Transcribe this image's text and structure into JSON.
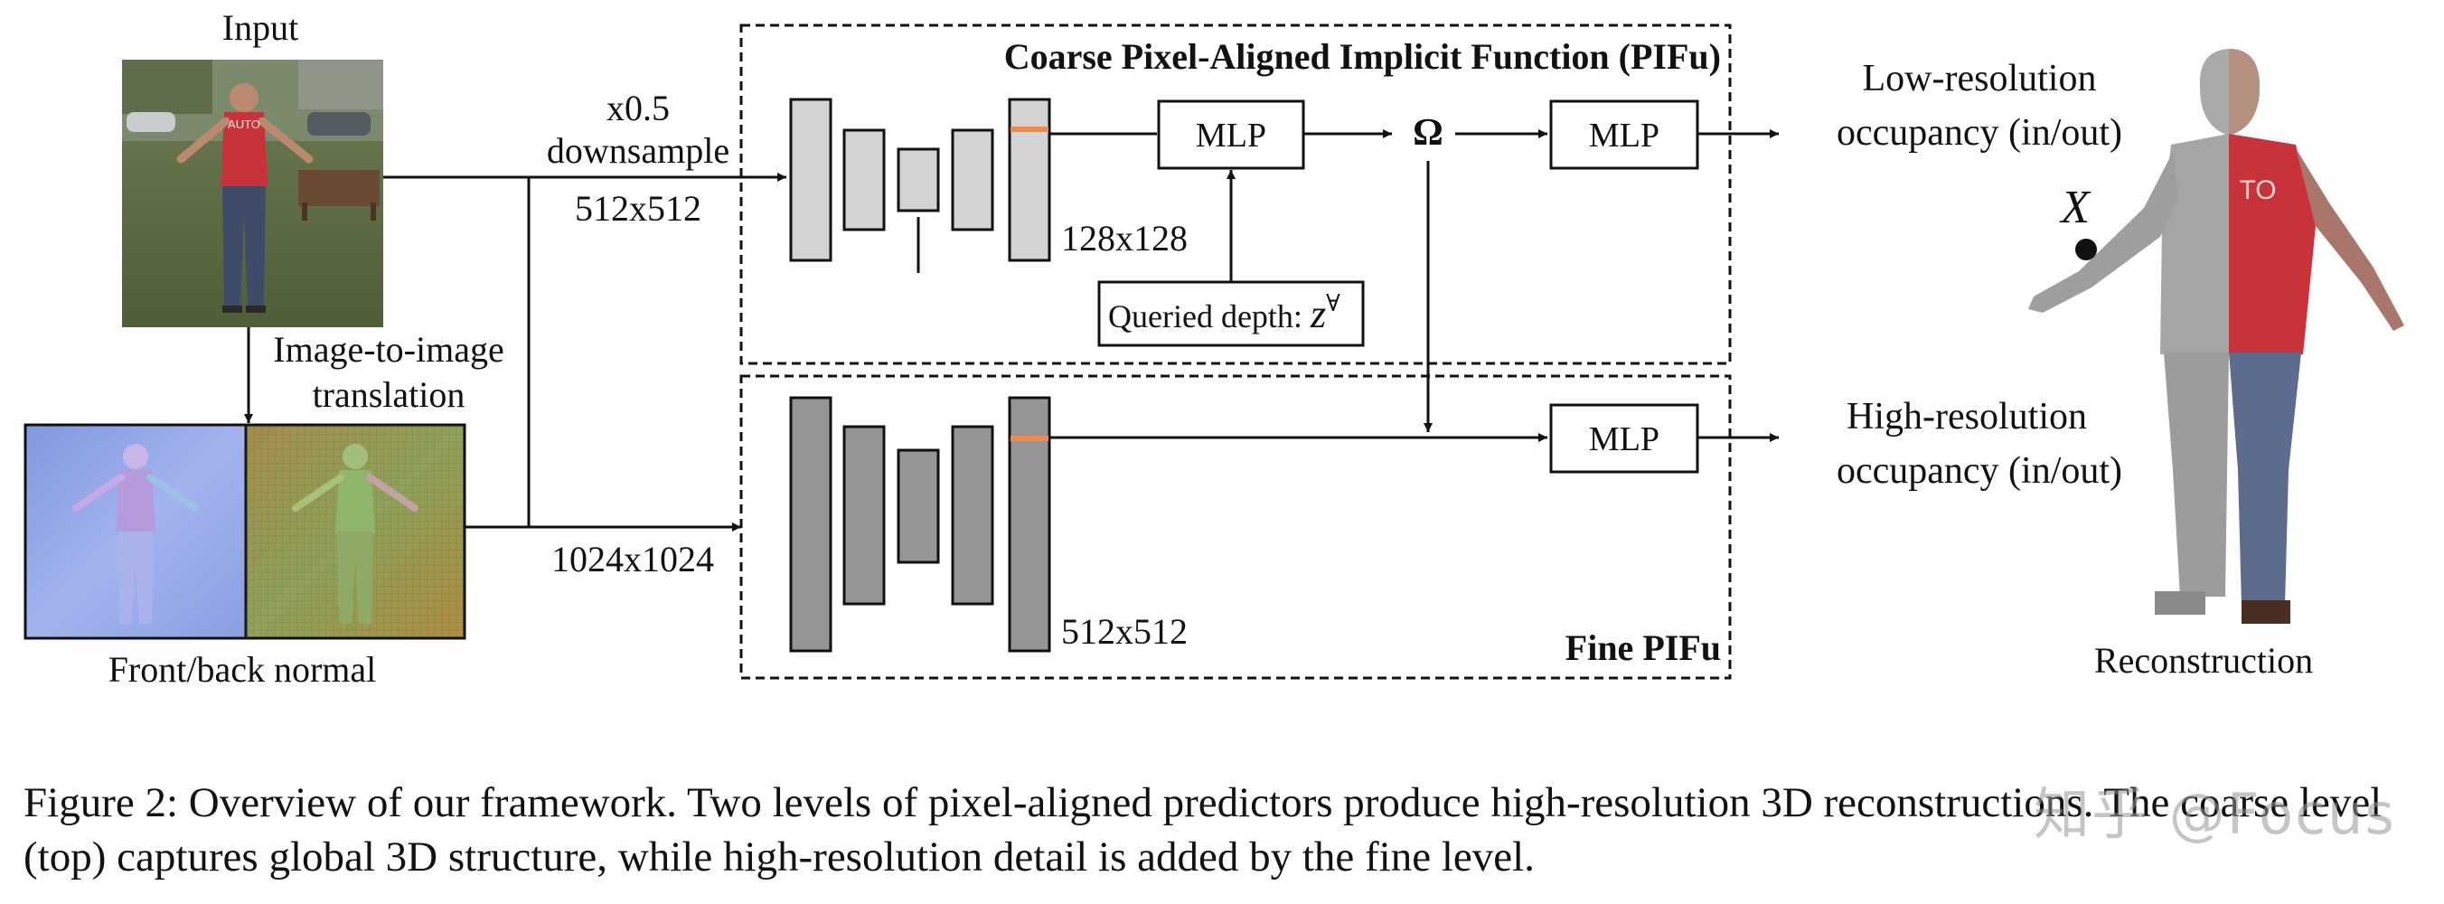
{
  "labels": {
    "input": "Input",
    "image_to_image_line1": "Image-to-image",
    "image_to_image_line2": "translation",
    "front_back_normal": "Front/back normal",
    "downsample_x": "x0.5",
    "downsample_word": "downsample",
    "res_512_in": "512x512",
    "res_1024_in": "1024x1024",
    "coarse_title": "Coarse Pixel-Aligned Implicit Function (PIFu)",
    "fine_title": "Fine PIFu",
    "feat_128": "128x128",
    "feat_512": "512x512",
    "mlp_coarse_1": "MLP",
    "mlp_coarse_2": "MLP",
    "mlp_fine": "MLP",
    "omega": "Ω",
    "queried_depth": "Queried depth: ",
    "z_symbol": "z",
    "z_sup": "∀",
    "low_res_line1": "Low-resolution",
    "low_res_line2": "occupancy (in/out)",
    "high_res_line1": "High-resolution",
    "high_res_line2": "occupancy (in/out)",
    "point_x": "X",
    "reconstruction": "Reconstruction",
    "shirt_text": "AUTO",
    "shirt_text_recon": "TO"
  },
  "caption": "Figure 2: Overview of our framework. Two levels of pixel-aligned predictors produce high-resolution 3D reconstructions. The coarse level (top) captures global 3D structure, while high-resolution detail is added by the fine level.",
  "watermark": "知乎 @Focus",
  "colors": {
    "coarse_block": "#d3d3d3",
    "fine_block": "#959595",
    "feature_stripe": "#f08a4b",
    "shirt_red": "#c8323a",
    "normal_front": "#8fa6e6",
    "normal_back": "#9a9a4a"
  }
}
